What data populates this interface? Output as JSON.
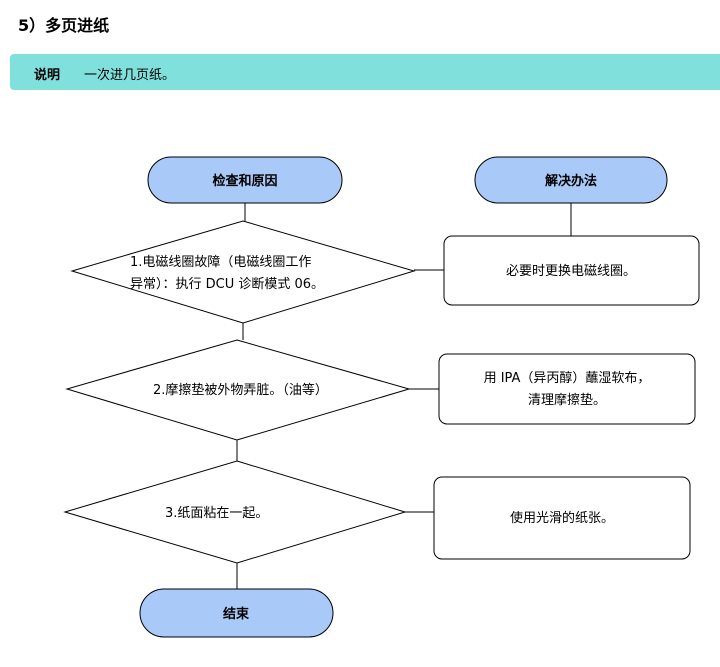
{
  "heading": "5）多页进纸",
  "note": {
    "label": "说明",
    "text": "一次进几页纸。"
  },
  "flowchart": {
    "start_label": "检查和原因",
    "solution_header": "解决办法",
    "end_label": "结束",
    "causes": [
      {
        "line1": "1.电磁线圈故障（电磁线圈工作",
        "line2": "异常）：执行 DCU 诊断模式 06。"
      },
      {
        "line1": "2.摩擦垫被外物弄脏。（油等）"
      },
      {
        "line1": "3.纸面粘在一起。"
      }
    ],
    "solutions": [
      {
        "line1": "必要时更换电磁线圈。"
      },
      {
        "line1": "用 IPA（异丙醇）蘸湿软布，",
        "line2": "清理摩擦垫。"
      },
      {
        "line1": "使用光滑的纸张。"
      }
    ]
  },
  "colors": {
    "terminal_fill": "#a9c9f8",
    "note_bar": "#7fe0dc",
    "stroke": "#000000"
  }
}
